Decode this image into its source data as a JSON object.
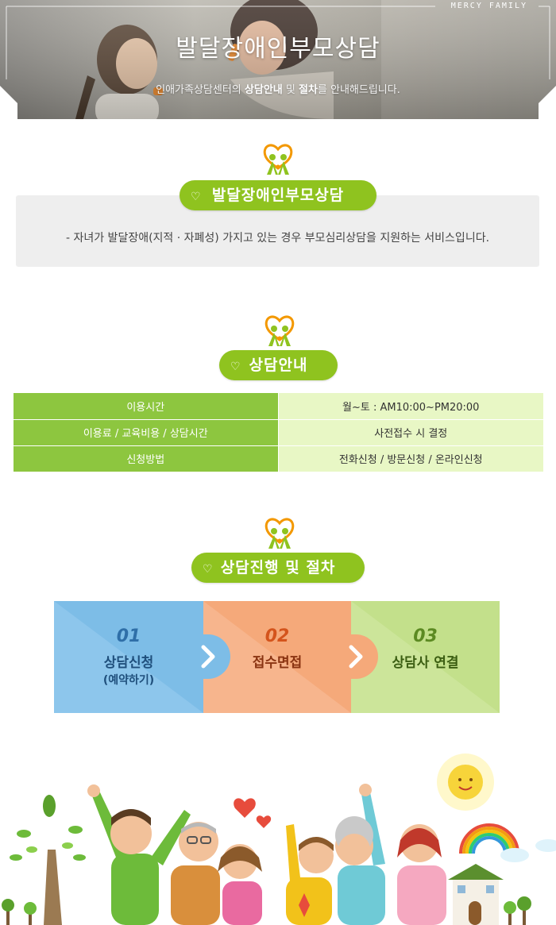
{
  "hero": {
    "brand": "MERCY FAMILY",
    "title": "발달장애인부모상담",
    "subtitle_pre": "인애가족상담센터의 ",
    "subtitle_bold1": "상담안내",
    "subtitle_mid": " 및 ",
    "subtitle_bold2": "절차",
    "subtitle_post": "를 안내해드립니다."
  },
  "section1": {
    "pill": "발달장애인부모상담",
    "description": "- 자녀가 발달장애(지적 · 자폐성) 가지고 있는 경우 부모심리상담을 지원하는 서비스입니다."
  },
  "section2": {
    "pill": "상담안내",
    "rows": [
      {
        "label": "이용시간",
        "value": "월~토 : AM10:00~PM20:00"
      },
      {
        "label": "이용료 / 교육비용 / 상담시간",
        "value": "사전접수 시 결정"
      },
      {
        "label": "신청방법",
        "value": "전화신청 / 방문신청 / 온라인신청"
      }
    ]
  },
  "section3": {
    "pill": "상담진행 및 절차",
    "steps": [
      {
        "num": "01",
        "name": "상담신청",
        "sub": "(예약하기)"
      },
      {
        "num": "02",
        "name": "접수면접",
        "sub": ""
      },
      {
        "num": "03",
        "name": "상담사 연결",
        "sub": ""
      }
    ]
  },
  "colors": {
    "accent_green": "#8fc31f",
    "table_header": "#8dc63f",
    "table_cell": "#e8f7c5",
    "step1": "#7cbbe6",
    "step2": "#f6a878",
    "step3": "#c2df8a"
  }
}
